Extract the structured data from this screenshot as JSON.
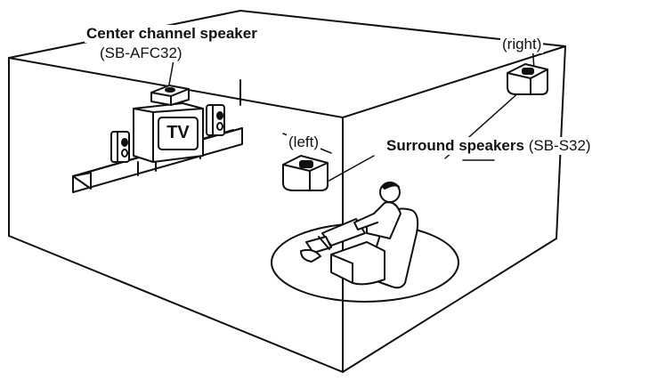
{
  "labels": {
    "center_title": "Center channel speaker",
    "center_model": "(SB-AFC32)",
    "tv": "TV",
    "right": "(right)",
    "left": "(left)",
    "surround_title": "Surround speakers",
    "surround_model": "(SB-S32)"
  },
  "colors": {
    "ink": "#111111",
    "paper": "#ffffff"
  }
}
